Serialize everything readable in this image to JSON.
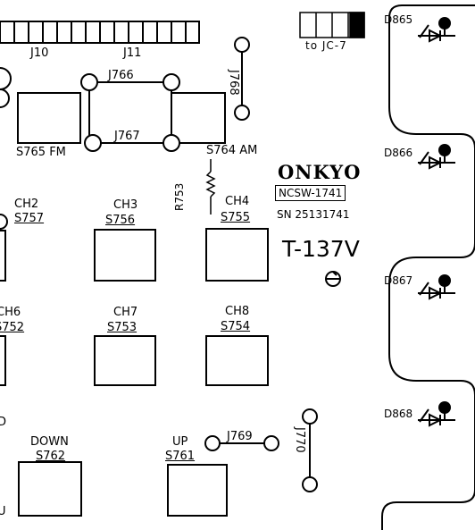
{
  "connectors": {
    "j10": "J10",
    "j11": "J11",
    "j766": "J766",
    "j767": "J767",
    "j768": "J768",
    "j769": "J769",
    "j770": "J770",
    "to_jc7": "to JC-7"
  },
  "switches": {
    "s765": "S765 FM",
    "s764": "S764 AM",
    "ch2": {
      "label": "CH2",
      "ref": "S757"
    },
    "ch3": {
      "label": "CH3",
      "ref": "S756"
    },
    "ch4": {
      "label": "CH4",
      "ref": "S755"
    },
    "ch6": {
      "label": "CH6",
      "ref": "S752"
    },
    "ch7": {
      "label": "CH7",
      "ref": "S753"
    },
    "ch8": {
      "label": "CH8",
      "ref": "S754"
    },
    "down": {
      "label": "DOWN",
      "ref": "S762"
    },
    "up": {
      "label": "UP",
      "ref": "S761"
    }
  },
  "resistor": "R753",
  "leds": [
    "D865",
    "D866",
    "D867",
    "D868"
  ],
  "brand": {
    "name": "ONKYO",
    "part": "NCSW-1741",
    "serial": "SN 25131741",
    "model": "T-137V"
  },
  "edge_fragments": {
    "left_ch6": "CH6",
    "left_d": "D",
    "left_u": "U"
  }
}
